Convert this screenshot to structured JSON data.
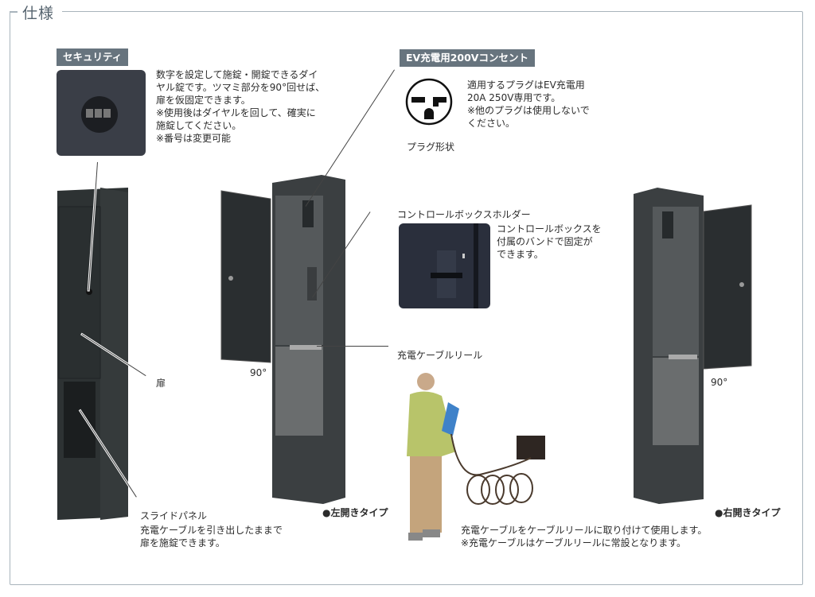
{
  "section": {
    "title": "仕様"
  },
  "security": {
    "badge": "セキュリティ",
    "description": "数字を設定して施錠・開錠できるダイ\nヤル錠です。ツマミ部分を90°回せば、\n扉を仮固定できます。\n※使用後はダイヤルを回して、確実に\n施錠してください。\n※番号は変更可能"
  },
  "outlet": {
    "badge": "EV充電用200Vコンセント",
    "plug_caption": "プラグ形状",
    "description": "適用するプラグはEV充電用\n20A 250V専用です。\n※他のプラグは使用しないで\nください。"
  },
  "holder": {
    "label": "コントロールボックスホルダー",
    "description": "コントロールボックスを\n付属のバンドで固定が\nできます。"
  },
  "reel": {
    "label": "充電ケーブルリール",
    "description": "充電ケーブルをケーブルリールに取り付けて使用します。\n※充電ケーブルはケーブルリールに常設となります。"
  },
  "closed_unit": {
    "door_label": "扉",
    "slide_label": "スライドパネル",
    "slide_description": "充電ケーブルを引き出したままで\n扉を施錠できます。"
  },
  "left_type": {
    "caption": "●左開きタイプ",
    "angle": "90°"
  },
  "right_type": {
    "caption": "●右開きタイプ",
    "angle": "90°"
  },
  "colors": {
    "badge": "#67747e",
    "frame": "#a9b4bc",
    "unit": "#2f3436",
    "text": "#2b2b2b"
  }
}
